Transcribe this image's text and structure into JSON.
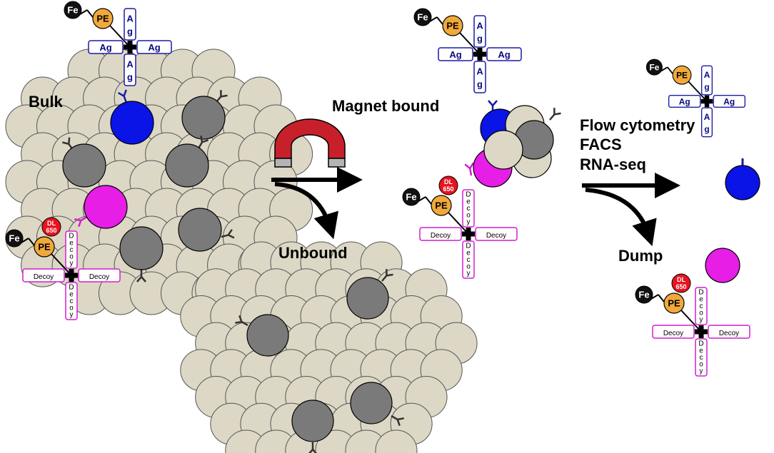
{
  "labels": {
    "bulk": "Bulk",
    "magnet_bound": "Magnet bound",
    "unbound": "Unbound",
    "flow1": "Flow cytometry",
    "flow2": "FACS",
    "flow3": "RNA-seq",
    "dump": "Dump"
  },
  "tetramer": {
    "fe": "Fe",
    "pe": "PE",
    "ag": "Ag",
    "decoy": "Decoy",
    "dl_line1": "DL",
    "dl_line2": "650"
  },
  "colors": {
    "cell_beige": "#dcd8c5",
    "cell_gray": "#7a7a7a",
    "ag_cell": "#0a14e6",
    "decoy_cell": "#e61ee6",
    "pe": "#f2a93b",
    "dl650": "#e8141e",
    "ag_border": "#1a1aa8",
    "decoy_border": "#d21ed2",
    "magnet_red": "#c8202a",
    "magnet_gray": "#b4b4b4"
  }
}
